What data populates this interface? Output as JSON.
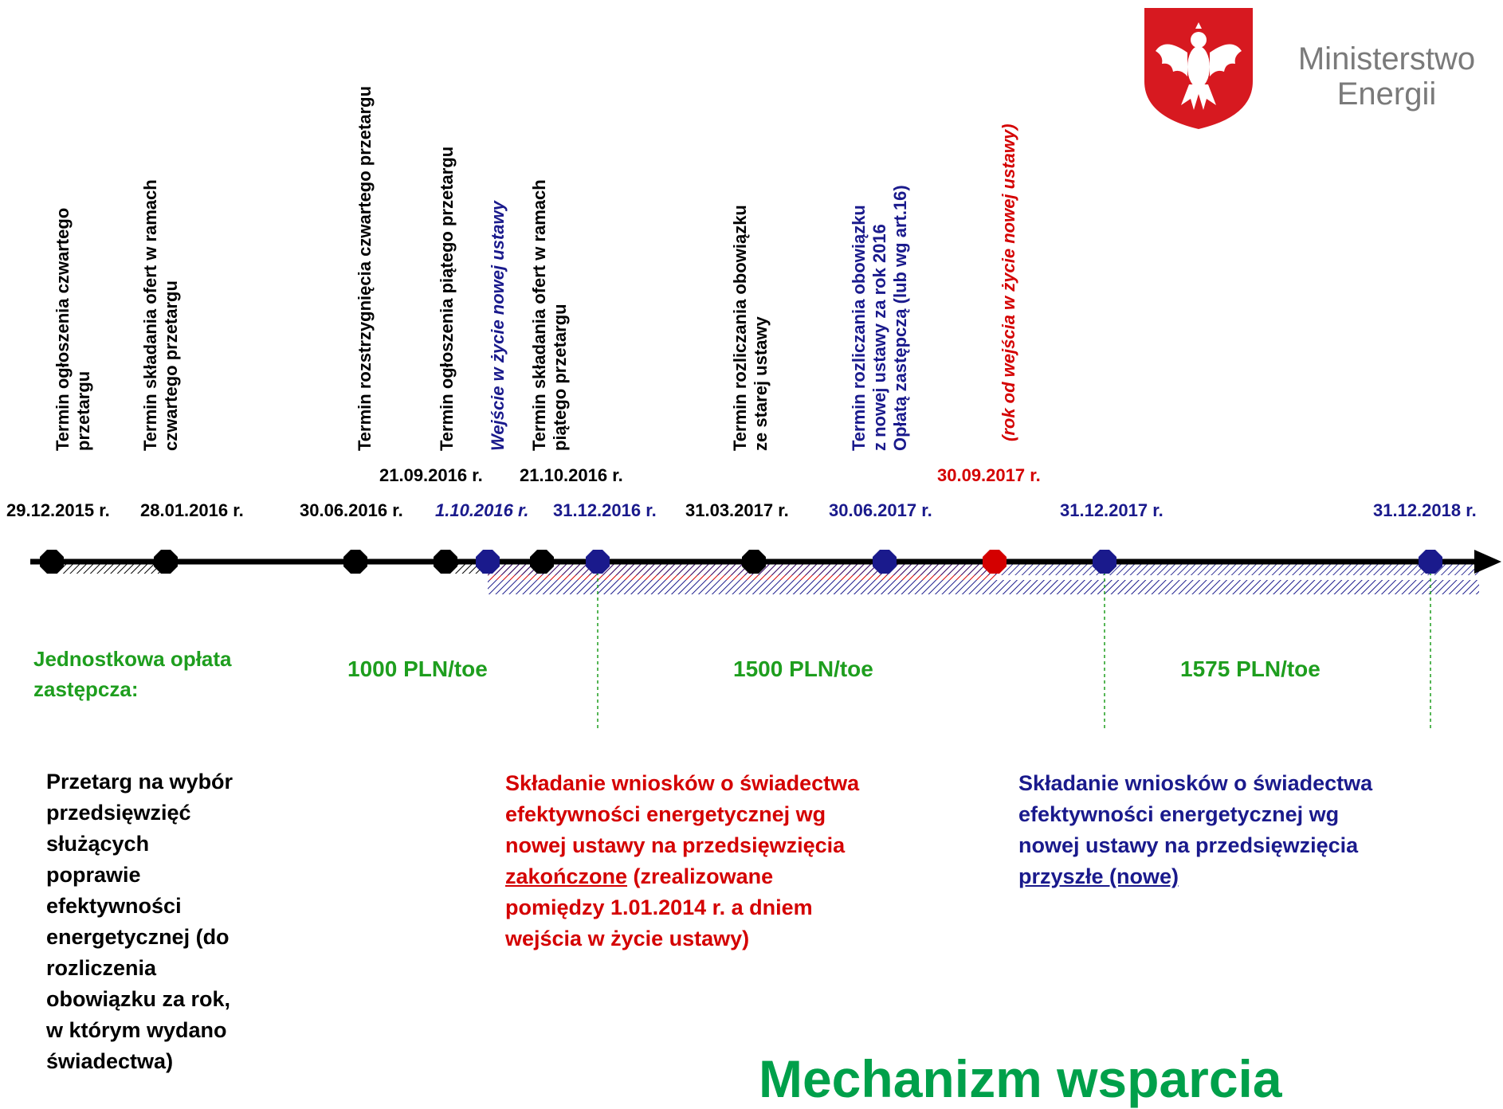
{
  "logo": {
    "line1": "Ministerstwo",
    "line2": "Energii",
    "colors": {
      "shield": "#d71920",
      "eagle": "#ffffff"
    }
  },
  "colors": {
    "black": "#000000",
    "blue": "#1a1a8c",
    "red": "#d40000",
    "green": "#1e9e1e",
    "title_green": "#00a04a"
  },
  "vertical_labels": {
    "l1": "Termin ogłoszenia czwartego\nprzetargu",
    "l2": "Termin składania ofert w ramach\nczwartego przetargu",
    "l3": "Termin rozstrzygnięcia czwartego przetargu",
    "l4": "Termin ogłoszenia piątego przetargu",
    "l5": "Wejście w życie nowej ustawy",
    "l6": "Termin składania ofert w ramach\npiątego przetargu",
    "l7": "Termin rozliczania obowiązku\nze starej ustawy",
    "l8": "Termin rozliczania obowiązku\nz nowej ustawy za rok 2016\nOpłatą zastępczą (lub wg art.16)",
    "l9": "(rok od wejścia w życie nowej ustawy)"
  },
  "dates": {
    "d1": "29.12.2015 r.",
    "d2": "28.01.2016 r.",
    "d3": "30.06.2016 r.",
    "d4": "21.09.2016 r.",
    "d5": "1.10.2016 r.",
    "d6": "21.10.2016 r.",
    "d7": "31.12.2016 r.",
    "d8": "31.03.2017 r.",
    "d9": "30.06.2017 r.",
    "d10": "30.09.2017 r.",
    "d11": "31.12.2017 r.",
    "d12": "31.12.2018 r."
  },
  "fee": {
    "label": "Jednostkowa opłata\nzastępcza:",
    "rate1": "1000 PLN/toe",
    "rate2": "1500 PLN/toe",
    "rate3": "1575 PLN/toe"
  },
  "notes": {
    "tender": "Przetarg na wybór\nprzedsięwzięć\nsłużących\npoprawie\nefektywności\nenergetycznej (do\nrozliczenia\nobowiązku za rok,\nw którym wydano\nświadectwa)",
    "red_pre": "Składanie wniosków o świadectwa\nefektywności energetycznej wg\nnowej ustawy na przedsięwzięcia\n",
    "red_u": "zakończone",
    "red_post": " (zrealizowane\npomiędzy 1.01.2014 r. a dniem\nwejścia w życie ustawy)",
    "blue_pre": "Składanie wniosków o świadectwa\nefektywności energetycznej wg\nnowej ustawy na przedsięwzięcia\n",
    "blue_u": "przyszłe (nowe)"
  },
  "title": "Mechanizm wsparcia"
}
